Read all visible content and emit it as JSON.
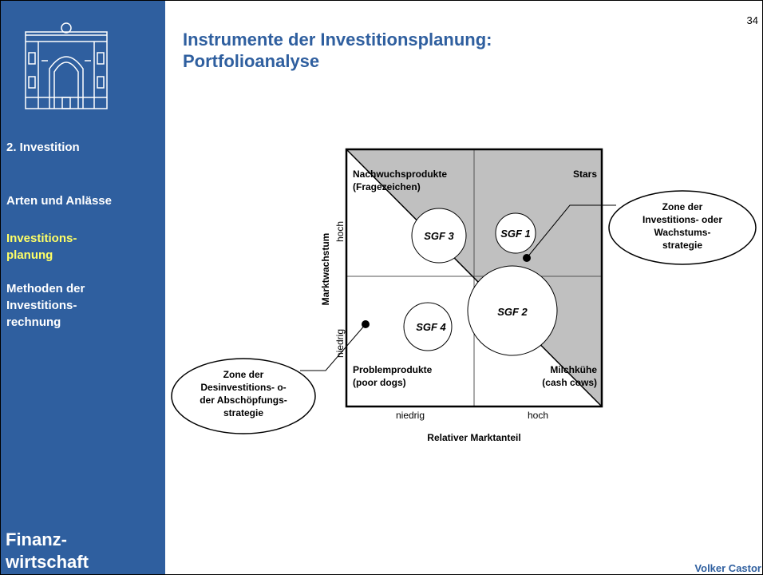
{
  "slide": {
    "page_number": "34",
    "title_line1": "Instrumente der Investitionsplanung:",
    "title_line2": "Portfolioanalyse",
    "author": "Volker Castor"
  },
  "sidebar": {
    "items": [
      {
        "lines": [
          "2. Investition"
        ],
        "active": false
      },
      {
        "lines": [
          "Arten und Anlässe"
        ],
        "active": false
      },
      {
        "lines": [
          "Investitions-",
          "planung"
        ],
        "active": true
      },
      {
        "lines": [
          "Methoden der",
          "Investitions-",
          "rechnung"
        ],
        "active": false
      }
    ],
    "brand_line1": "Finanz-",
    "brand_line2": "wirtschaft"
  },
  "diagram": {
    "y_axis_label": "Marktwachstum",
    "y_tick_high": "hoch",
    "y_tick_low": "niedrig",
    "x_axis_label": "Relativer Marktanteil",
    "x_tick_low": "niedrig",
    "x_tick_high": "hoch",
    "quadrants": {
      "top_left_line1": "Nachwuchsprodukte",
      "top_left_line2": "(Fragezeichen)",
      "top_right": "Stars",
      "bottom_left_line1": "Problemprodukte",
      "bottom_left_line2": "(poor dogs)",
      "bottom_right_line1": "Milchkühe",
      "bottom_right_line2": "(cash cows)"
    },
    "bubbles": {
      "sgf1": "SGF 1",
      "sgf2": "SGF 2",
      "sgf3": "SGF 3",
      "sgf4": "SGF 4"
    },
    "callout_invest": [
      "Zone der",
      "Investitions- oder",
      "Wachstums-",
      "strategie"
    ],
    "callout_desinvest": [
      "Zone der",
      "Desinvestitions- o-",
      "der Abschöpfungs-",
      "strategie"
    ],
    "colors": {
      "shaded_zone": "#c0c0c0",
      "sidebar": "#2f5f9f",
      "active_nav": "#ffff66"
    }
  }
}
